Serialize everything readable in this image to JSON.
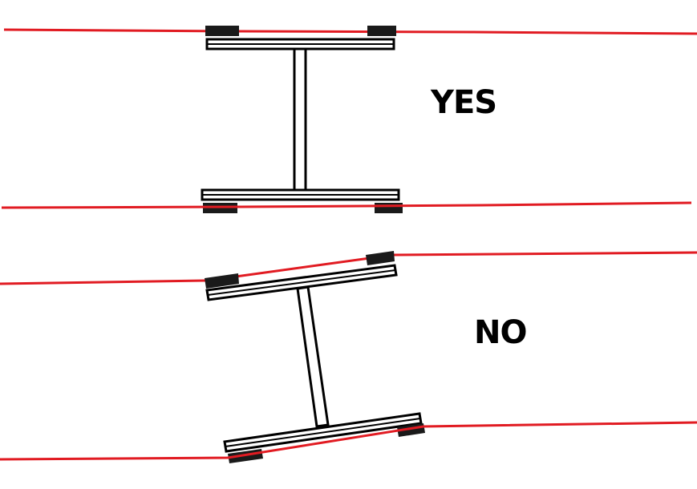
{
  "diagram": {
    "colors": {
      "background": "#ffffff",
      "rail_line": "#e11b22",
      "outline": "#000000",
      "pad_fill": "#1a1a1a"
    },
    "panels": [
      {
        "id": "straight",
        "label": "YES"
      },
      {
        "id": "tilted",
        "label": "NO"
      }
    ]
  }
}
